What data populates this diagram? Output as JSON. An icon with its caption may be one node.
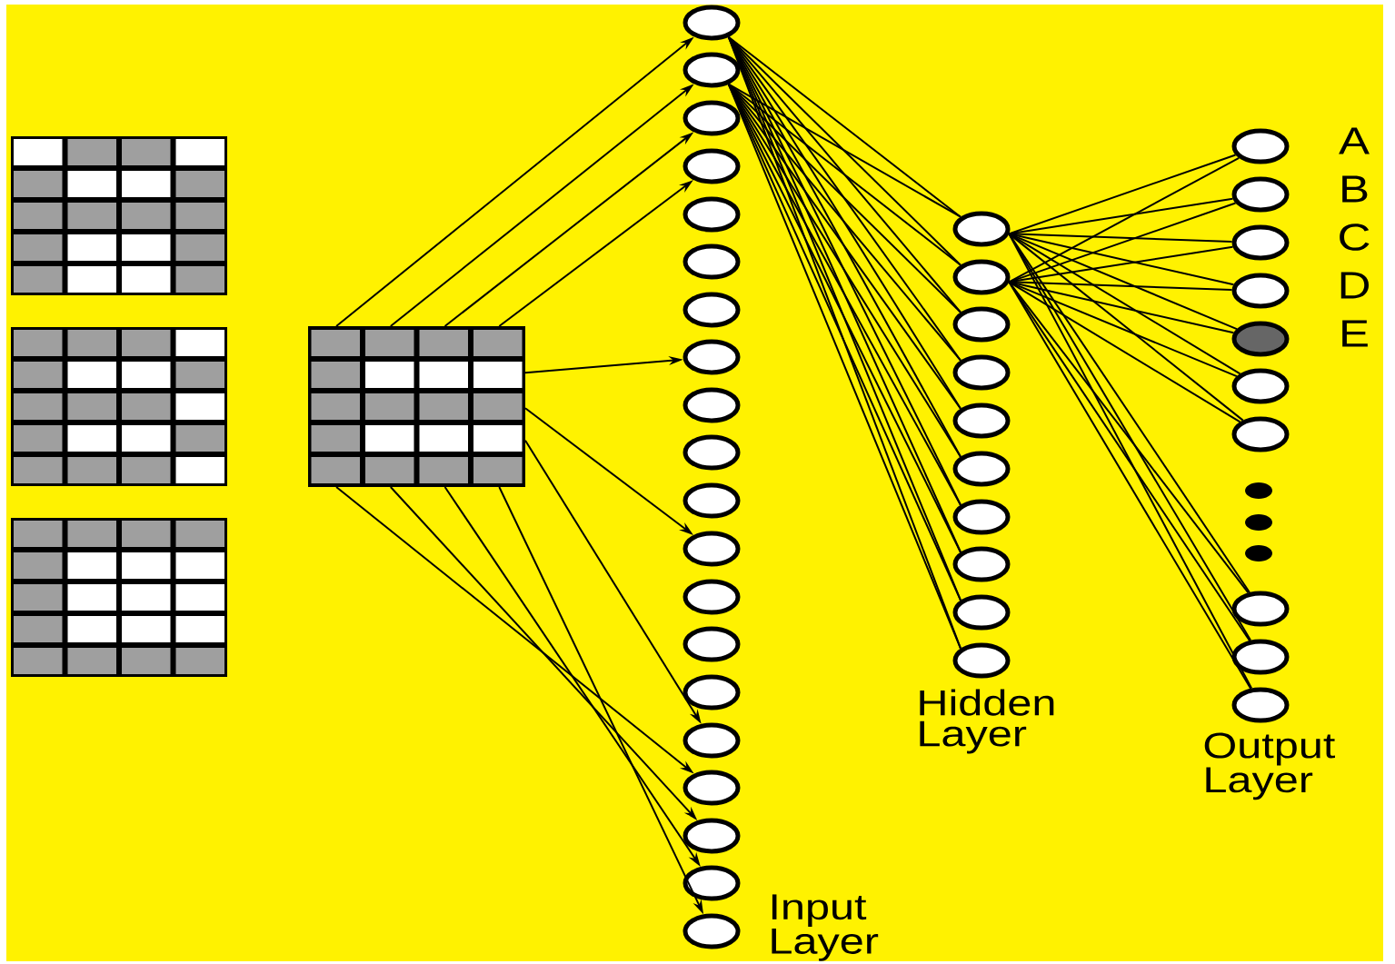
{
  "diagram": {
    "nodes": [
      {
        "text": [],
        "shape": "picture"
      },
      {
        "text": [],
        "shape": "circle"
      },
      {
        "text": [],
        "shape": "circle"
      },
      {
        "text": [],
        "shape": "circle"
      },
      {
        "text": [],
        "shape": "circle"
      },
      {
        "text": [],
        "shape": "circle"
      },
      {
        "text": [],
        "shape": "circle"
      },
      {
        "text": [],
        "shape": "circle"
      },
      {
        "text": [],
        "shape": "circle"
      },
      {
        "text": [],
        "shape": "circle"
      },
      {
        "text": [],
        "shape": "circle"
      },
      {
        "text": [],
        "shape": "circle"
      },
      {
        "text": [],
        "shape": "circle"
      },
      {
        "text": [],
        "shape": "circle"
      },
      {
        "text": [],
        "shape": "circle"
      },
      {
        "text": [],
        "shape": "circle"
      },
      {
        "text": [],
        "shape": "circle"
      },
      {
        "text": [],
        "shape": "circle"
      },
      {
        "text": [],
        "shape": "circle"
      },
      {
        "text": [],
        "shape": "circle"
      },
      {
        "text": [],
        "shape": "circle"
      },
      {
        "text": [],
        "shape": "circle"
      },
      {
        "text": [],
        "shape": "circle"
      },
      {
        "text": [],
        "shape": "circle"
      },
      {
        "text": [],
        "shape": "circle"
      },
      {
        "text": [],
        "shape": "circle"
      },
      {
        "text": [],
        "shape": "circle"
      },
      {
        "text": [],
        "shape": "circle"
      },
      {
        "text": [],
        "shape": "circle"
      },
      {
        "text": [],
        "shape": "circle"
      },
      {
        "text": [],
        "shape": "circle"
      },
      {
        "text": [],
        "shape": "circle",
        "beside": [
          "A"
        ]
      },
      {
        "text": [],
        "shape": "circle",
        "beside": [
          "B"
        ]
      },
      {
        "text": [],
        "shape": "circle",
        "beside": [
          "C"
        ]
      },
      {
        "text": [],
        "shape": "circle",
        "beside": [
          "D"
        ]
      },
      {
        "text": [],
        "shape": "circle",
        "beside": [
          "E"
        ]
      },
      {
        "text": [],
        "shape": "circle"
      },
      {
        "text": [],
        "shape": "circle"
      },
      {
        "text": [],
        "shape": "circle"
      },
      {
        "text": [],
        "shape": "circle"
      },
      {
        "text": [],
        "shape": "circle"
      }
    ],
    "edges": [
      {
        "from": 0,
        "to": 1,
        "arrow": "to"
      },
      {
        "from": 0,
        "to": 2,
        "arrow": "to"
      },
      {
        "from": 0,
        "to": 3,
        "arrow": "to"
      },
      {
        "from": 0,
        "to": 4,
        "arrow": "to"
      },
      {
        "from": 0,
        "to": 8,
        "arrow": "to"
      },
      {
        "from": 0,
        "to": 12,
        "arrow": "to"
      },
      {
        "from": 0,
        "to": 16,
        "arrow": "to"
      },
      {
        "from": 0,
        "to": 17,
        "arrow": "to"
      },
      {
        "from": 0,
        "to": 18,
        "arrow": "to"
      },
      {
        "from": 0,
        "to": 19,
        "arrow": "to"
      },
      {
        "from": 0,
        "to": 20,
        "arrow": "to"
      },
      {
        "from": 1,
        "to": 21,
        "arrow": "none"
      },
      {
        "from": 1,
        "to": 22,
        "arrow": "none"
      },
      {
        "from": 1,
        "to": 23,
        "arrow": "none"
      },
      {
        "from": 1,
        "to": 24,
        "arrow": "none"
      },
      {
        "from": 1,
        "to": 25,
        "arrow": "none"
      },
      {
        "from": 1,
        "to": 26,
        "arrow": "none"
      },
      {
        "from": 1,
        "to": 27,
        "arrow": "none"
      },
      {
        "from": 1,
        "to": 28,
        "arrow": "none"
      },
      {
        "from": 1,
        "to": 29,
        "arrow": "none"
      },
      {
        "from": 1,
        "to": 30,
        "arrow": "none"
      },
      {
        "from": 2,
        "to": 21,
        "arrow": "none"
      },
      {
        "from": 2,
        "to": 22,
        "arrow": "none"
      },
      {
        "from": 2,
        "to": 23,
        "arrow": "none"
      },
      {
        "from": 2,
        "to": 24,
        "arrow": "none"
      },
      {
        "from": 2,
        "to": 25,
        "arrow": "none"
      },
      {
        "from": 2,
        "to": 26,
        "arrow": "none"
      },
      {
        "from": 2,
        "to": 27,
        "arrow": "none"
      },
      {
        "from": 2,
        "to": 28,
        "arrow": "none"
      },
      {
        "from": 2,
        "to": 29,
        "arrow": "none"
      },
      {
        "from": 2,
        "to": 30,
        "arrow": "none"
      },
      {
        "from": 21,
        "to": 31,
        "arrow": "none"
      },
      {
        "from": 21,
        "to": 32,
        "arrow": "none"
      },
      {
        "from": 21,
        "to": 33,
        "arrow": "none"
      },
      {
        "from": 21,
        "to": 34,
        "arrow": "none"
      },
      {
        "from": 21,
        "to": 35,
        "arrow": "none"
      },
      {
        "from": 21,
        "to": 36,
        "arrow": "none"
      },
      {
        "from": 21,
        "to": 37,
        "arrow": "none"
      },
      {
        "from": 21,
        "to": 38,
        "arrow": "none"
      },
      {
        "from": 21,
        "to": 39,
        "arrow": "none"
      },
      {
        "from": 21,
        "to": 40,
        "arrow": "none"
      },
      {
        "from": 22,
        "to": 31,
        "arrow": "none"
      },
      {
        "from": 22,
        "to": 32,
        "arrow": "none"
      },
      {
        "from": 22,
        "to": 33,
        "arrow": "none"
      },
      {
        "from": 22,
        "to": 34,
        "arrow": "none"
      },
      {
        "from": 22,
        "to": 35,
        "arrow": "none"
      },
      {
        "from": 22,
        "to": 36,
        "arrow": "none"
      },
      {
        "from": 22,
        "to": 37,
        "arrow": "none"
      },
      {
        "from": 22,
        "to": 38,
        "arrow": "none"
      },
      {
        "from": 22,
        "to": 39,
        "arrow": "none"
      },
      {
        "from": 22,
        "to": 40,
        "arrow": "none"
      }
    ],
    "labels": [
      "Hidden Layer",
      "Output Layer",
      "Input Layer"
    ]
  }
}
